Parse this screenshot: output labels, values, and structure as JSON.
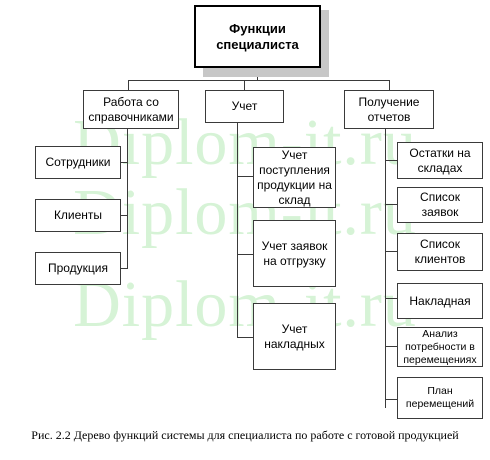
{
  "watermark": [
    "Diplom-it.ru",
    "Diplom-it.ru",
    "Diplom-it.ru"
  ],
  "root": {
    "label": "Функции специалиста"
  },
  "branches": [
    {
      "label": "Работа со справочниками",
      "children": [
        "Сотрудники",
        "Клиенты",
        "Продукция"
      ]
    },
    {
      "label": "Учет",
      "children": [
        "Учет поступления продукции на склад",
        "Учет заявок на отгрузку",
        "Учет накладных"
      ]
    },
    {
      "label": "Получение отчетов",
      "children": [
        "Остатки на складах",
        "Список заявок",
        "Список клиентов",
        "Накладная",
        "Анализ потребности в перемещениях",
        "План перемещений"
      ]
    }
  ],
  "caption": "Рис. 2.2 Дерево функций системы для специалиста по работе с готовой продукцией"
}
